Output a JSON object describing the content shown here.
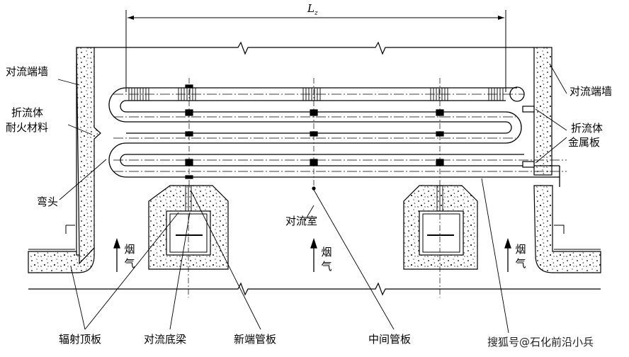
{
  "dimension": {
    "symbol": "L",
    "subscript": "z"
  },
  "labels": {
    "convection_end_wall_left": "对流端墙",
    "baffle_refractory_line1": "折流体",
    "baffle_refractory_line2": "耐火材料",
    "elbow": "弯头",
    "convection_end_wall_right": "对流端墙",
    "baffle_metal_line1": "折流体",
    "baffle_metal_line2": "金属板",
    "convection_chamber": "对流室",
    "radiant_roof": "辐射顶板",
    "convection_bottom_beam": "对流底梁",
    "new_end_tube_sheet": "新端管板",
    "middle_tube_sheet": "中间管板"
  },
  "flue_gas": {
    "line1": "烟",
    "line2": "气"
  },
  "watermark": "搜狐号@石化前沿小兵"
}
